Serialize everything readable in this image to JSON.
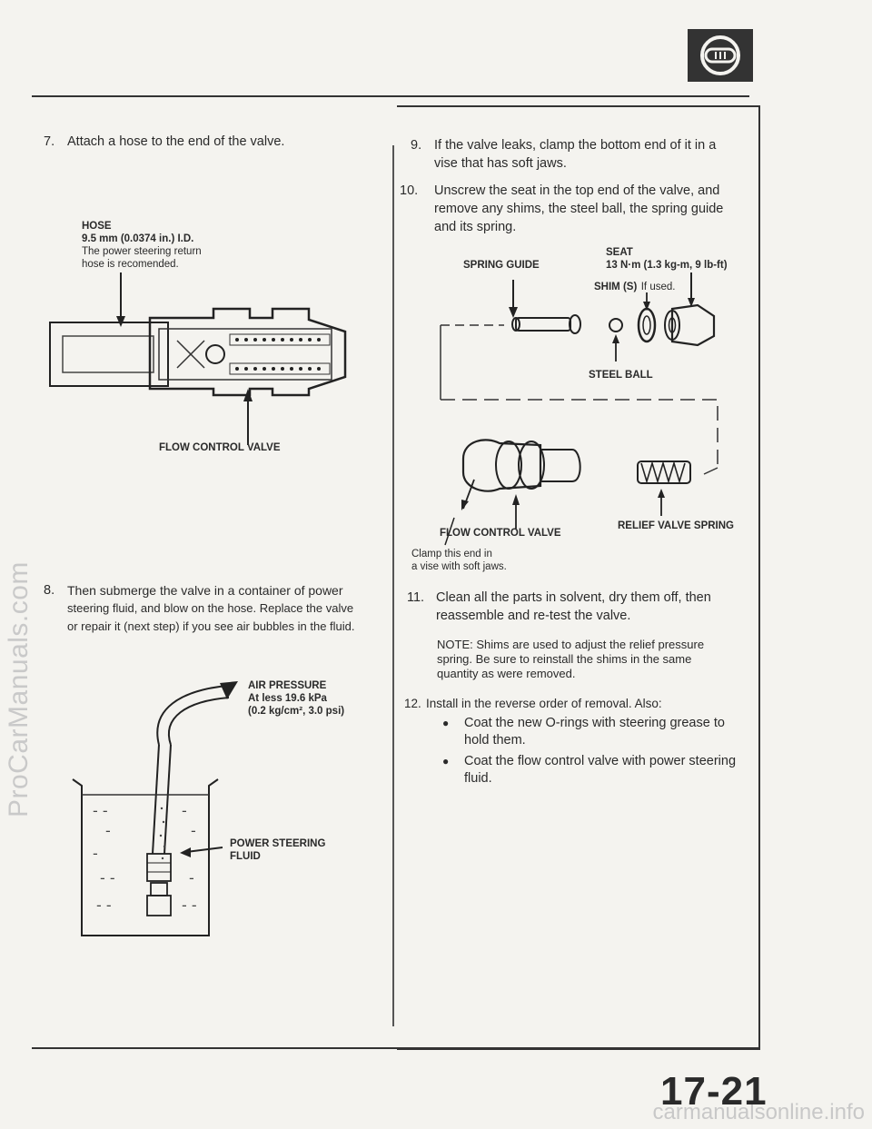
{
  "header": {
    "logo_icon": "steering-wheel-icon"
  },
  "watermarks": {
    "side": "ProCarManuals.com",
    "bottom": "carmanualsonline.info"
  },
  "left": {
    "step7": {
      "num": "7.",
      "text": "Attach a hose to the end of the valve."
    },
    "hose_label": {
      "title": "HOSE",
      "spec": "9.5 mm (0.0374 in.) I.D.",
      "line1": "The power steering return",
      "line2": "hose is recomended."
    },
    "flow_control_valve_label": "FLOW CONTROL VALVE",
    "step8": {
      "num": "8.",
      "line1": "Then submerge the valve in a container of power",
      "line2": "steering fluid, and blow on the hose. Replace the valve",
      "line3": "or repair it (next step) if you see air bubbles in the fluid."
    },
    "air_pressure": {
      "title": "AIR PRESSURE",
      "line1": "At less 19.6 kPa",
      "line2": "(0.2 kg/cm², 3.0 psi)"
    },
    "fluid_label": {
      "line1": "POWER STEERING",
      "line2": "FLUID"
    }
  },
  "right": {
    "step9": {
      "num": "9.",
      "line1": "If the valve leaks, clamp the bottom end of it in a",
      "line2": "vise that has soft jaws."
    },
    "step10": {
      "num": "10.",
      "line1": "Unscrew the seat in the top end of the valve, and",
      "line2": "remove any shims, the steel ball, the spring guide",
      "line3": "and its spring."
    },
    "labels": {
      "seat": "SEAT",
      "seat_torque": "13 N·m (1.3 kg-m, 9 lb-ft)",
      "spring_guide": "SPRING GUIDE",
      "shim": "SHIM (S)",
      "shim_note": "If used.",
      "steel_ball": "STEEL BALL",
      "flow_control_valve": "FLOW CONTROL VALVE",
      "relief_valve_spring": "RELIEF VALVE SPRING",
      "clamp_line1": "Clamp this end in",
      "clamp_line2": "a vise with soft jaws."
    },
    "step11": {
      "num": "11.",
      "line1": "Clean all the parts in solvent, dry them off, then",
      "line2": "reassemble and re-test the valve."
    },
    "note": {
      "line1": "NOTE:  Shims are used to adjust the relief pressure",
      "line2": "spring.  Be sure to reinstall the shims in the same",
      "line3": "quantity as were removed."
    },
    "step12": {
      "num": "12.",
      "text": "Install in the reverse order of removal. Also:",
      "bullets": [
        "Coat the new O-rings with steering grease to hold them.",
        "Coat the flow control valve with power steering fluid."
      ]
    }
  },
  "footer": {
    "page_number": "17-21"
  }
}
